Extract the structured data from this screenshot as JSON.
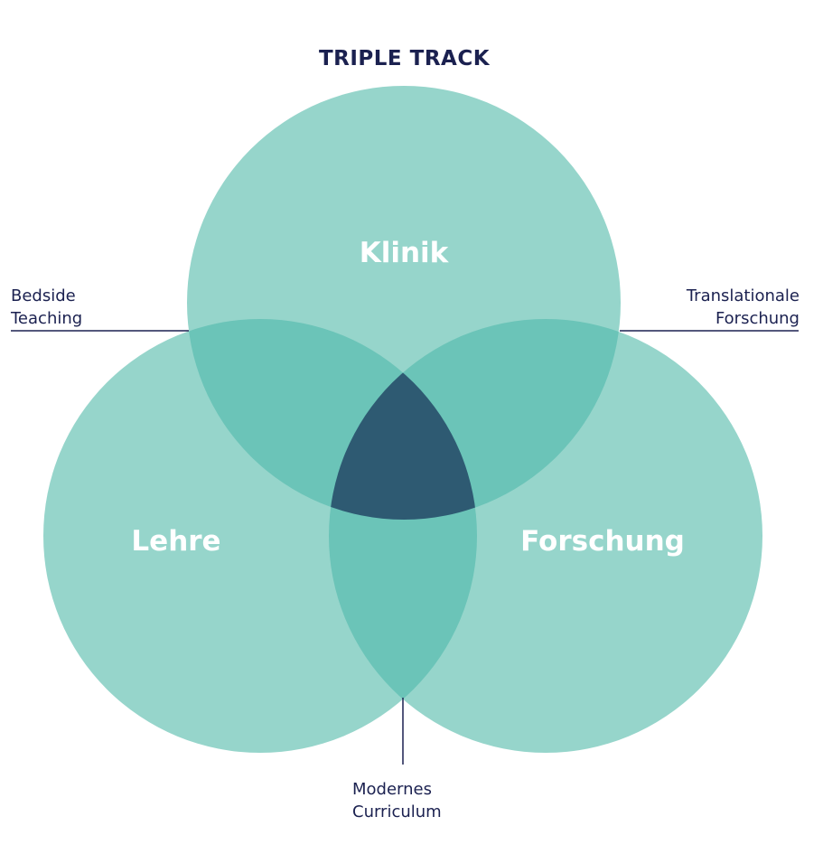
{
  "title": "TRIPLE TRACK",
  "circles": {
    "top": "Klinik",
    "left": "Lehre",
    "right": "Forschung"
  },
  "annotations": {
    "left": [
      "Bedside",
      "Teaching"
    ],
    "right": [
      "Translationale",
      "Forschung"
    ],
    "bottom": [
      "Modernes",
      "Curriculum"
    ]
  },
  "colors": {
    "circle": "#96d5cb",
    "pair": "#6bc4b8",
    "center": "#2e5a72",
    "text": "#1b2150"
  }
}
